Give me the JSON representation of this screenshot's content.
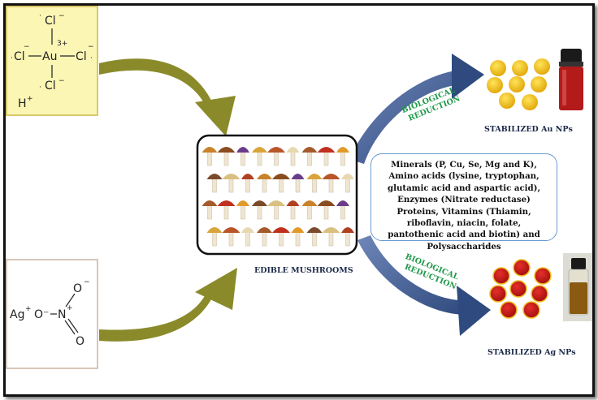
{
  "au_complex": {
    "center": "Au",
    "charge": "3+",
    "ligand": "Cl",
    "minus": "−",
    "proton": "H",
    "plus": "+"
  },
  "ag_nitrate": {
    "cation": "Ag",
    "cation_charge": "+",
    "o_minus_left": "O⁻",
    "n_plus": "N",
    "o_top": "O",
    "o_bottom": "O"
  },
  "labels": {
    "edible_mushrooms": "EDIBLE MUSHROOMS",
    "bio_reduction_1": [
      "BIOLOGICAL",
      "REDUCTION"
    ],
    "bio_reduction_2": [
      "BIOLOGICAL",
      "REDUCTION"
    ],
    "stabilized_au": "STABILIZED Au NPs",
    "stabilized_ag": "STABILIZED Ag NPs"
  },
  "info_text": "Minerals (P, Cu, Se, Mg and K), Amino acids (lysine, tryptophan, glutamic acid and aspartic acid), Enzymes (Nitrate reductase) Proteins, Vitamins (Thiamin, riboflavin, niacin, folate, pantothenic acid and biotin) and Polysaccharides",
  "colors": {
    "au_box": "#fbf6b4",
    "au_box_border": "#d9c86a",
    "olive_arrow": "#8a8a2a",
    "blue_arrow": "#3d5a8c",
    "green_text": "#1f9a4a",
    "au_particle": "#f2c418",
    "ag_particle": "#c8171f",
    "au_vial": "#b31a1a",
    "ag_vial": "#8a5a12"
  }
}
